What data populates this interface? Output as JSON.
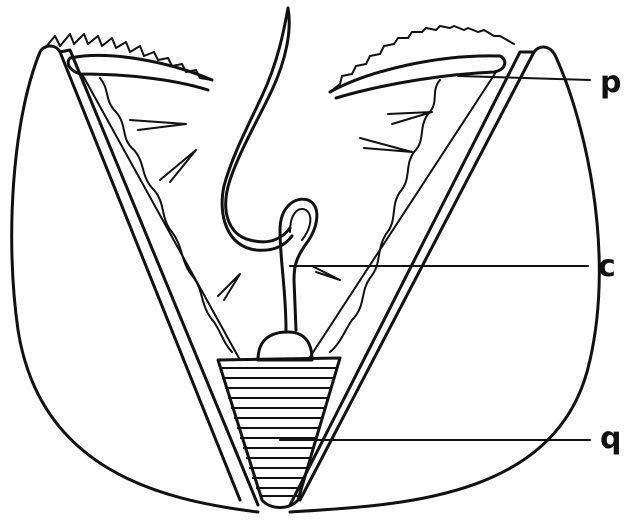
{
  "labels": {
    "upper": "p",
    "middle": "c",
    "lower": "q"
  },
  "colors": {
    "ink": "#111111",
    "background": "#ffffff"
  }
}
